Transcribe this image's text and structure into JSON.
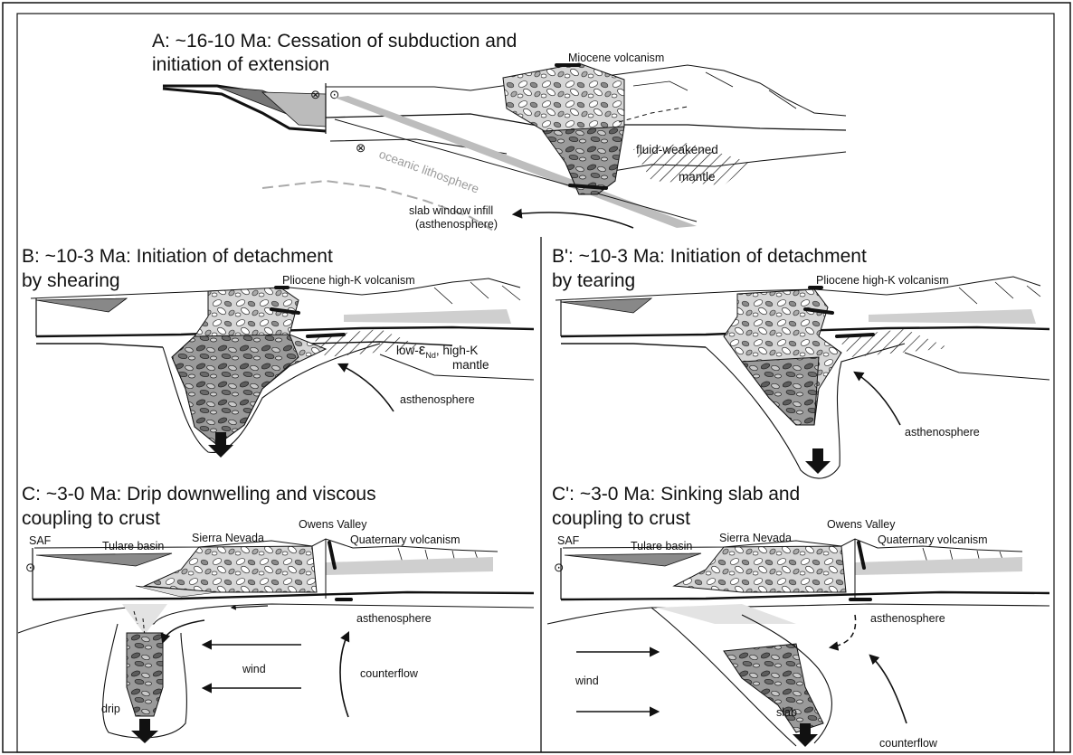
{
  "panels": {
    "a": {
      "title_line1": "A: ~16-10 Ma: Cessation of subduction and",
      "title_line2": "initiation of extension",
      "labels": {
        "volcanism": "Miocene volcanism",
        "fluid_mantle_1": "fluid-weakened",
        "fluid_mantle_2": "mantle",
        "oceanic": "oceanic lithosphere",
        "slab_window_1": "slab window infill",
        "slab_window_2": "(asthenosphere)"
      }
    },
    "b": {
      "title_line1": "B: ~10-3 Ma: Initiation of detachment",
      "title_line2": "by shearing",
      "labels": {
        "volcanism": "Pliocene high-K volcanism",
        "mantle_low": "low-",
        "mantle_eps": "ε",
        "mantle_nd": "Nd",
        "mantle_hk": ", high-K",
        "mantle_word": "mantle",
        "asthenosphere": "asthenosphere"
      }
    },
    "b2": {
      "title_line1": "B': ~10-3 Ma: Initiation of detachment",
      "title_line2": "by tearing",
      "labels": {
        "volcanism": "Pliocene high-K volcanism",
        "asthenosphere": "asthenosphere"
      }
    },
    "c": {
      "title_line1": "C: ~3-0 Ma: Drip downwelling and viscous",
      "title_line2": "coupling to crust",
      "labels": {
        "saf": "SAF",
        "tulare": "Tulare basin",
        "sierra": "Sierra Nevada",
        "owens": "Owens Valley",
        "quaternary": "Quaternary volcanism",
        "asthenosphere": "asthenosphere",
        "wind": "wind",
        "counterflow": "counterflow",
        "drip": "drip"
      }
    },
    "c2": {
      "title_line1": "C': ~3-0 Ma: Sinking slab and",
      "title_line2": "coupling to crust",
      "labels": {
        "saf": "SAF",
        "tulare": "Tulare basin",
        "sierra": "Sierra Nevada",
        "owens": "Owens Valley",
        "quaternary": "Quaternary volcanism",
        "asthenosphere": "asthenosphere",
        "wind": "wind",
        "slab": "slab",
        "counterflow": "counterflow"
      }
    }
  },
  "symbols": {
    "into_page": "⊗",
    "out_of_page": "⊙"
  },
  "colors": {
    "ink": "#111111",
    "dark_fill": "#6e6e6e",
    "mid_fill": "#9c9c9c",
    "light_fill": "#cfcfcf",
    "faint_fill": "#e3e3e3"
  }
}
